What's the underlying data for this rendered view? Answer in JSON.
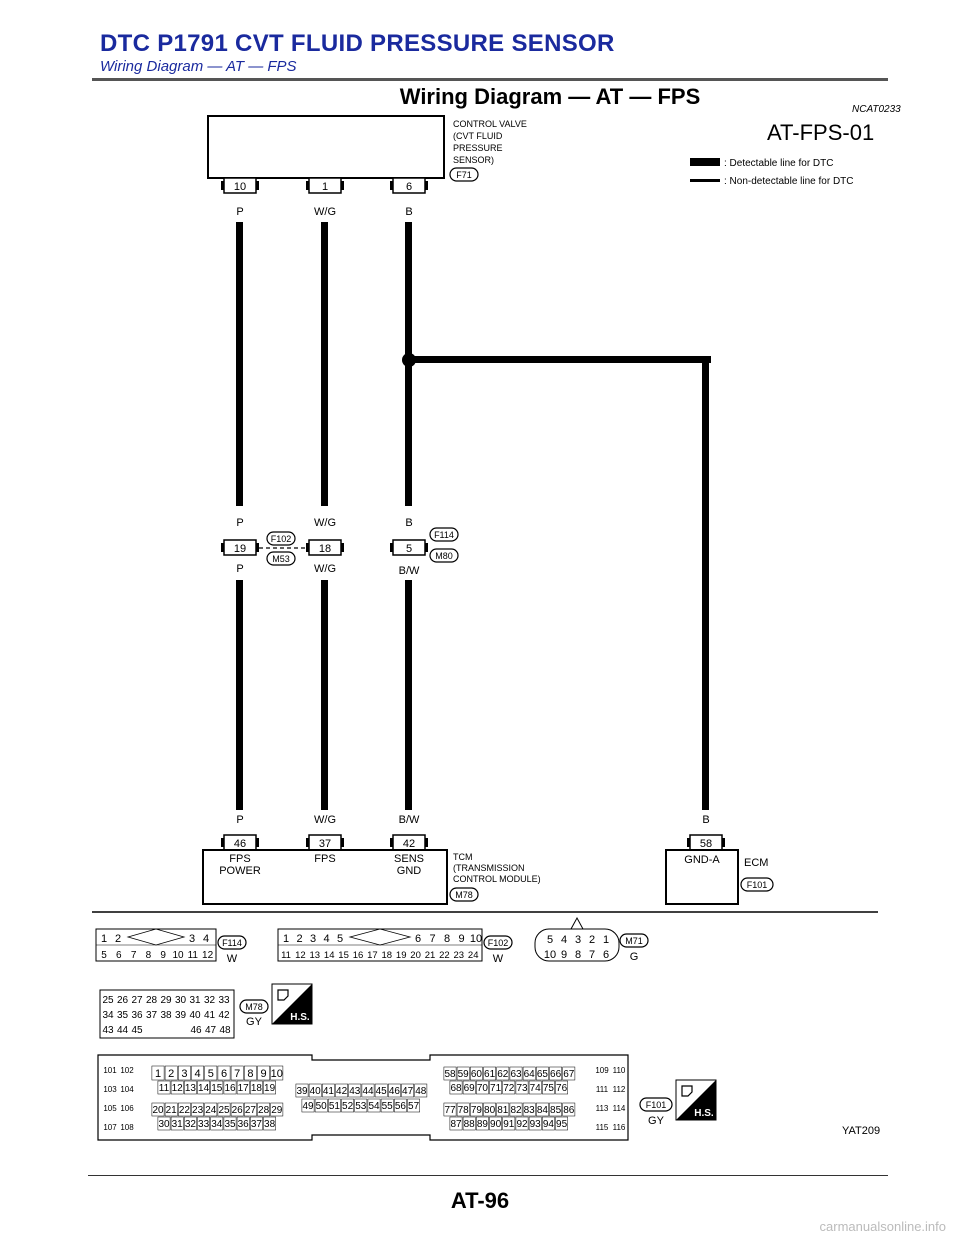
{
  "header": {
    "title": "DTC P1791 CVT FLUID PRESSURE SENSOR",
    "subtitle": "Wiring Diagram — AT — FPS"
  },
  "diagram": {
    "title": "Wiring Diagram — AT — FPS",
    "ref": "NCAT0233",
    "code": "AT-FPS-01",
    "legend": {
      "detectable": ": Detectable line for DTC",
      "non_detectable": ": Non-detectable line for DTC"
    },
    "sensor": {
      "label_lines": [
        "CONTROL VALVE",
        "(CVT FLUID",
        "PRESSURE",
        "SENSOR)"
      ],
      "connector": "F71",
      "pins": [
        "10",
        "1",
        "6"
      ]
    },
    "wires": {
      "p": "P",
      "wg": "W/G",
      "b": "B",
      "bw": "B/W"
    },
    "joint": {
      "pin19": "19",
      "pin18": "18",
      "pin5": "5",
      "conn_top_1": "F102",
      "conn_bot_1": "M53",
      "conn_top_2": "F114",
      "conn_bot_2": "M80"
    },
    "tcm": {
      "pins": [
        "46",
        "37",
        "42"
      ],
      "func1": [
        "FPS",
        "POWER"
      ],
      "func2": [
        "FPS"
      ],
      "func3": [
        "SENS",
        "GND"
      ],
      "label_lines": [
        "TCM",
        "(TRANSMISSION",
        "CONTROL MODULE)"
      ],
      "connector": "M78"
    },
    "ecm": {
      "pin": "58",
      "func": "GND-A",
      "label": "ECM",
      "connector": "F101"
    },
    "connector_views": {
      "f114": {
        "name": "F114",
        "color": "W",
        "row1": [
          "1",
          "2",
          "3",
          "4"
        ],
        "row2": [
          "5",
          "6",
          "7",
          "8",
          "9",
          "10",
          "11",
          "12"
        ]
      },
      "f102": {
        "name": "F102",
        "color": "W",
        "row1a": [
          "1",
          "2",
          "3",
          "4",
          "5"
        ],
        "row1b": [
          "6",
          "7",
          "8",
          "9",
          "10"
        ],
        "row2": [
          "11",
          "12",
          "13",
          "14",
          "15",
          "16",
          "17",
          "18",
          "19",
          "20",
          "21",
          "22",
          "23",
          "24"
        ]
      },
      "m71": {
        "name": "M71",
        "color": "G",
        "row1": [
          "5",
          "4",
          "3",
          "2",
          "1"
        ],
        "row2": [
          "10",
          "9",
          "8",
          "7",
          "6"
        ]
      },
      "m78": {
        "name": "M78",
        "color": "GY",
        "row1": [
          "25",
          "26",
          "27",
          "28",
          "29",
          "30",
          "31",
          "32",
          "33"
        ],
        "row2": [
          "34",
          "35",
          "36",
          "37",
          "38",
          "39",
          "40",
          "41",
          "42"
        ],
        "row3a": [
          "43",
          "44",
          "45"
        ],
        "row3b": [
          "46",
          "47",
          "48"
        ],
        "badge": "H.S."
      },
      "f101": {
        "name": "F101",
        "color": "GY",
        "badge": "H.S.",
        "left_pairs": [
          [
            "101",
            "102"
          ],
          [
            "103",
            "104"
          ],
          [
            "105",
            "106"
          ],
          [
            "107",
            "108"
          ]
        ],
        "right_pairs": [
          [
            "109",
            "110"
          ],
          [
            "111",
            "112"
          ],
          [
            "113",
            "114"
          ],
          [
            "115",
            "116"
          ]
        ],
        "a1": [
          "1",
          "2",
          "3",
          "4",
          "5",
          "6",
          "7",
          "8",
          "9",
          "10"
        ],
        "a2": [
          "11",
          "12",
          "13",
          "14",
          "15",
          "16",
          "17",
          "18",
          "19"
        ],
        "a3": [
          "20",
          "21",
          "22",
          "23",
          "24",
          "25",
          "26",
          "27",
          "28",
          "29"
        ],
        "a4": [
          "30",
          "31",
          "32",
          "33",
          "34",
          "35",
          "36",
          "37",
          "38"
        ],
        "b1": [
          "39",
          "40",
          "41",
          "42",
          "43",
          "44",
          "45",
          "46",
          "47",
          "48"
        ],
        "b2": [
          "49",
          "50",
          "51",
          "52",
          "53",
          "54",
          "55",
          "56",
          "57"
        ],
        "c1": [
          "58",
          "59",
          "60",
          "61",
          "62",
          "63",
          "64",
          "65",
          "66",
          "67"
        ],
        "c2": [
          "68",
          "69",
          "70",
          "71",
          "72",
          "73",
          "74",
          "75",
          "76"
        ],
        "c3": [
          "77",
          "78",
          "79",
          "80",
          "81",
          "82",
          "83",
          "84",
          "85",
          "86"
        ],
        "c4": [
          "87",
          "88",
          "89",
          "90",
          "91",
          "92",
          "93",
          "94",
          "95"
        ]
      }
    },
    "figure_id": "YAT209"
  },
  "page_number": "AT-96",
  "watermark": "carmanualsonline.info"
}
